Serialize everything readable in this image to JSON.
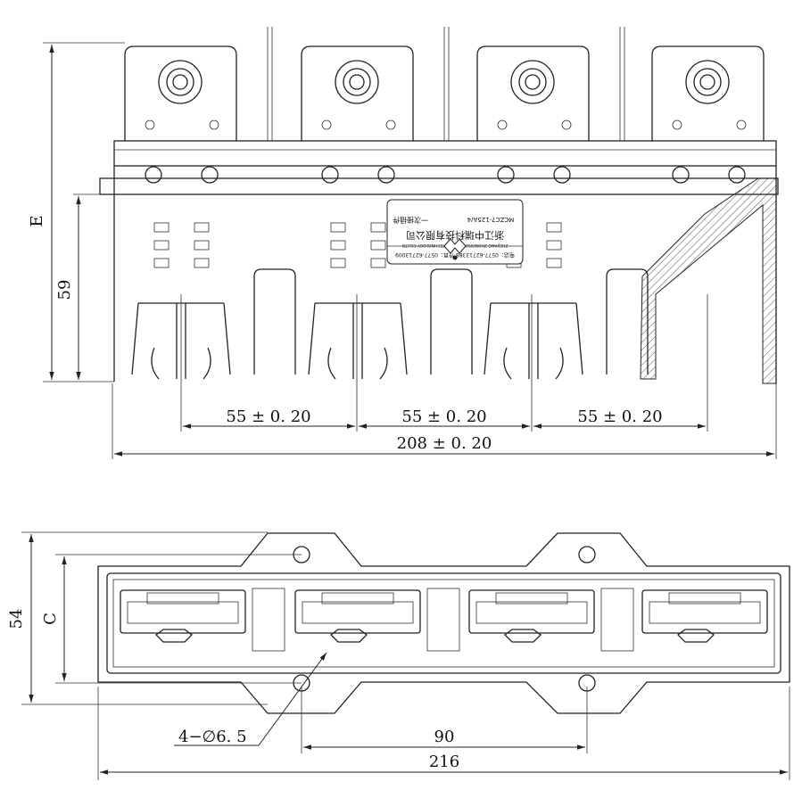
{
  "top_view": {
    "dim_height_label": "E",
    "dim_59_label": "59",
    "pitch_labels": [
      "55 ± 0. 20",
      "55 ± 0. 20",
      "55 ± 0. 20"
    ],
    "overall_width_label": "208 ± 0. 20",
    "nameplate": {
      "company_cn": "浙江中瑞科技有限公司",
      "company_en": "ZHEJIANG ZHONGRUI SCIENCE TECHNOLOGY CO.LTD",
      "phone": "电话：0577-62713388  传真：0577-62713009",
      "model": "MCZC7-125A/4",
      "product": "一次接插件"
    }
  },
  "bottom_view": {
    "dim_54_label": "54",
    "dim_c_label": "C",
    "hole_label": "4−∅6. 5",
    "hole_spacing_label": "90",
    "overall_width_label": "216"
  }
}
